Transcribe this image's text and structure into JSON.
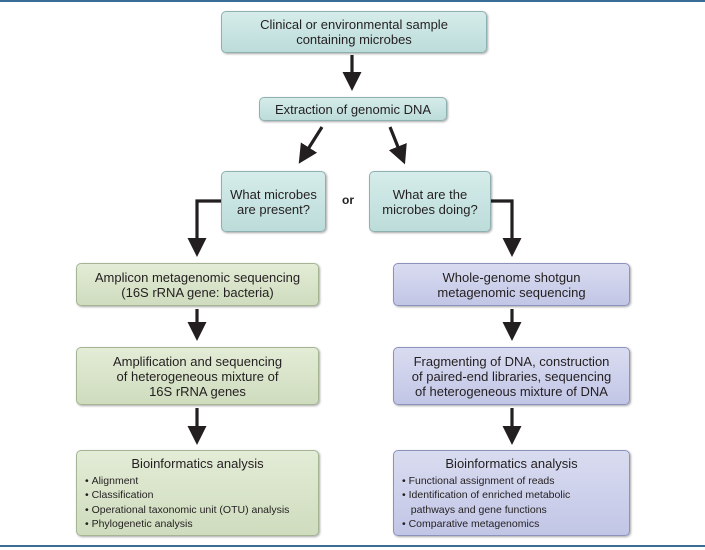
{
  "nodes": {
    "sample": [
      "Clinical or environmental sample",
      "containing microbes"
    ],
    "extraction": "Extraction of genomic DNA",
    "what_present": [
      "What microbes",
      "are present?"
    ],
    "or_label": "or",
    "what_doing": [
      "What are the",
      "microbes doing?"
    ],
    "amplicon": [
      "Amplicon metagenomic sequencing",
      "(16S rRNA gene: bacteria)"
    ],
    "wgs": [
      "Whole-genome shotgun",
      "metagenomic sequencing"
    ],
    "amplification": [
      "Amplification and sequencing",
      "of heterogeneous mixture of",
      "16S rRNA genes"
    ],
    "fragmenting": [
      "Fragmenting of DNA, construction",
      "of paired-end libraries, sequencing",
      "of heterogeneous mixture of DNA"
    ],
    "bio_left": {
      "title": "Bioinformatics analysis",
      "items": [
        "Alignment",
        "Classification",
        "Operational taxonomic unit (OTU) analysis",
        "Phylogenetic analysis"
      ]
    },
    "bio_right": {
      "title": "Bioinformatics analysis",
      "items": [
        "Functional assignment of reads",
        "Identification of enriched metabolic",
        "pathways and gene functions",
        "Comparative metagenomics"
      ]
    }
  },
  "colors": {
    "teal_box": "#c8e4e2",
    "green_box": "#d8e4c9",
    "blue_box": "#cdd0eb",
    "arrow": "#231f20",
    "frame_line": "#3a6d96"
  }
}
